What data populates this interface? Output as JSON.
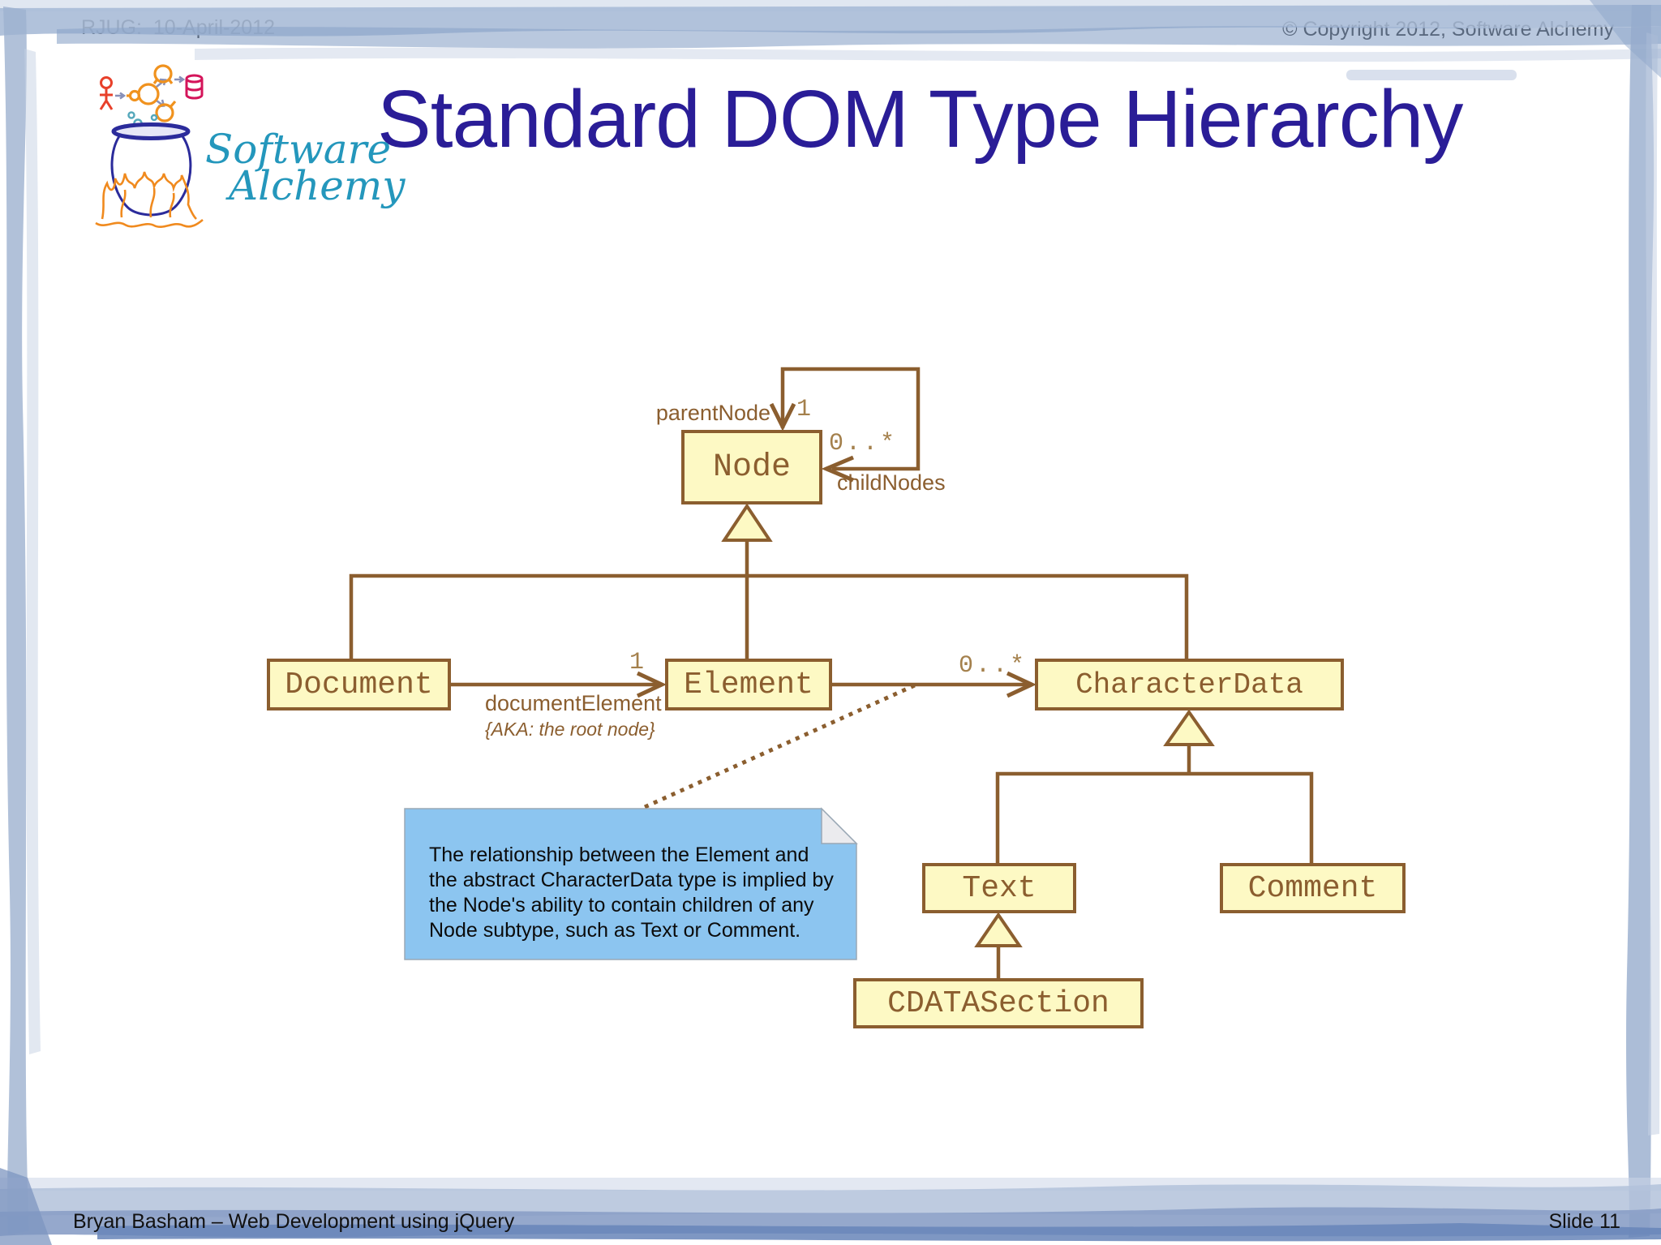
{
  "header": {
    "left": "RJUG:  10-April-2012",
    "right": "© Copyright 2012, Software Alchemy"
  },
  "title": "Standard DOM Type Hierarchy",
  "logo": {
    "name_line1": "Software",
    "name_line2": "Alchemy"
  },
  "diagram": {
    "classes": [
      {
        "id": "node",
        "label": "Node"
      },
      {
        "id": "document",
        "label": "Document"
      },
      {
        "id": "element",
        "label": "Element"
      },
      {
        "id": "characterdata",
        "label": "CharacterData"
      },
      {
        "id": "text",
        "label": "Text"
      },
      {
        "id": "comment",
        "label": "Comment"
      },
      {
        "id": "cdatasection",
        "label": "CDATASection"
      }
    ],
    "labels": {
      "parent_role": "parentNode",
      "parent_mult": "1",
      "children_role": "childNodes",
      "children_mult": "0..*",
      "document_element_role": "documentElement",
      "document_element_note": "{AKA: the root node}",
      "document_element_mult": "1",
      "chardata_mult": "0..*"
    },
    "note_lines": [
      "The relationship between the Element and",
      "the abstract CharacterData type is implied by",
      "the Node's ability to contain children of any",
      "Node subtype, such as Text or Comment."
    ],
    "colors": {
      "line_brown": "#8B5E2F",
      "box_fill": "#FDF9C4",
      "note_fill": "#8CC5F0",
      "title_indigo": "#2A1D97",
      "logo_teal": "#2497BC"
    }
  },
  "footer": {
    "left": "Bryan Basham – Web Development using jQuery",
    "right": "Slide 11"
  }
}
